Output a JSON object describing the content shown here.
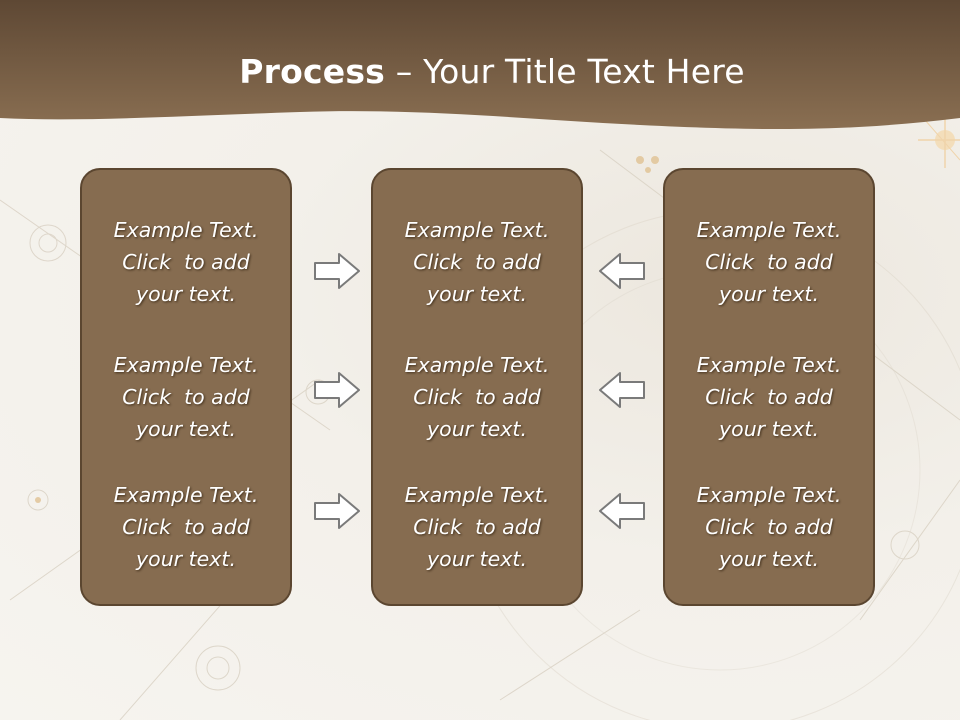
{
  "slide": {
    "title_bold": "Process",
    "title_rest": " – Your Title Text Here"
  },
  "columns": [
    {
      "blocks": [
        {
          "lines": [
            "Example Text.",
            "Click  to add",
            "your text."
          ]
        },
        {
          "lines": [
            "Example Text.",
            "Click  to add",
            "your text."
          ]
        },
        {
          "lines": [
            "Example Text.",
            "Click  to add",
            "your text."
          ]
        }
      ]
    },
    {
      "blocks": [
        {
          "lines": [
            "Example Text.",
            "Click  to add",
            "your text."
          ]
        },
        {
          "lines": [
            "Example Text.",
            "Click  to add",
            "your text."
          ]
        },
        {
          "lines": [
            "Example Text.",
            "Click  to add",
            "your text."
          ]
        }
      ]
    },
    {
      "blocks": [
        {
          "lines": [
            "Example Text.",
            "Click  to add",
            "your text."
          ]
        },
        {
          "lines": [
            "Example Text.",
            "Click  to add",
            "your text."
          ]
        },
        {
          "lines": [
            "Example Text.",
            "Click  to add",
            "your text."
          ]
        }
      ]
    }
  ],
  "arrows": {
    "left_group": {
      "direction": "right",
      "icon": "arrow-right-icon"
    },
    "right_group": {
      "direction": "left",
      "icon": "arrow-left-icon"
    }
  },
  "colors": {
    "header": "#7c6247",
    "panel_fill": "#866c50",
    "panel_border": "#5b4630",
    "arrow_fill": "#ffffff",
    "arrow_stroke": "#7a7a7a",
    "background": "#f3f0ea"
  }
}
